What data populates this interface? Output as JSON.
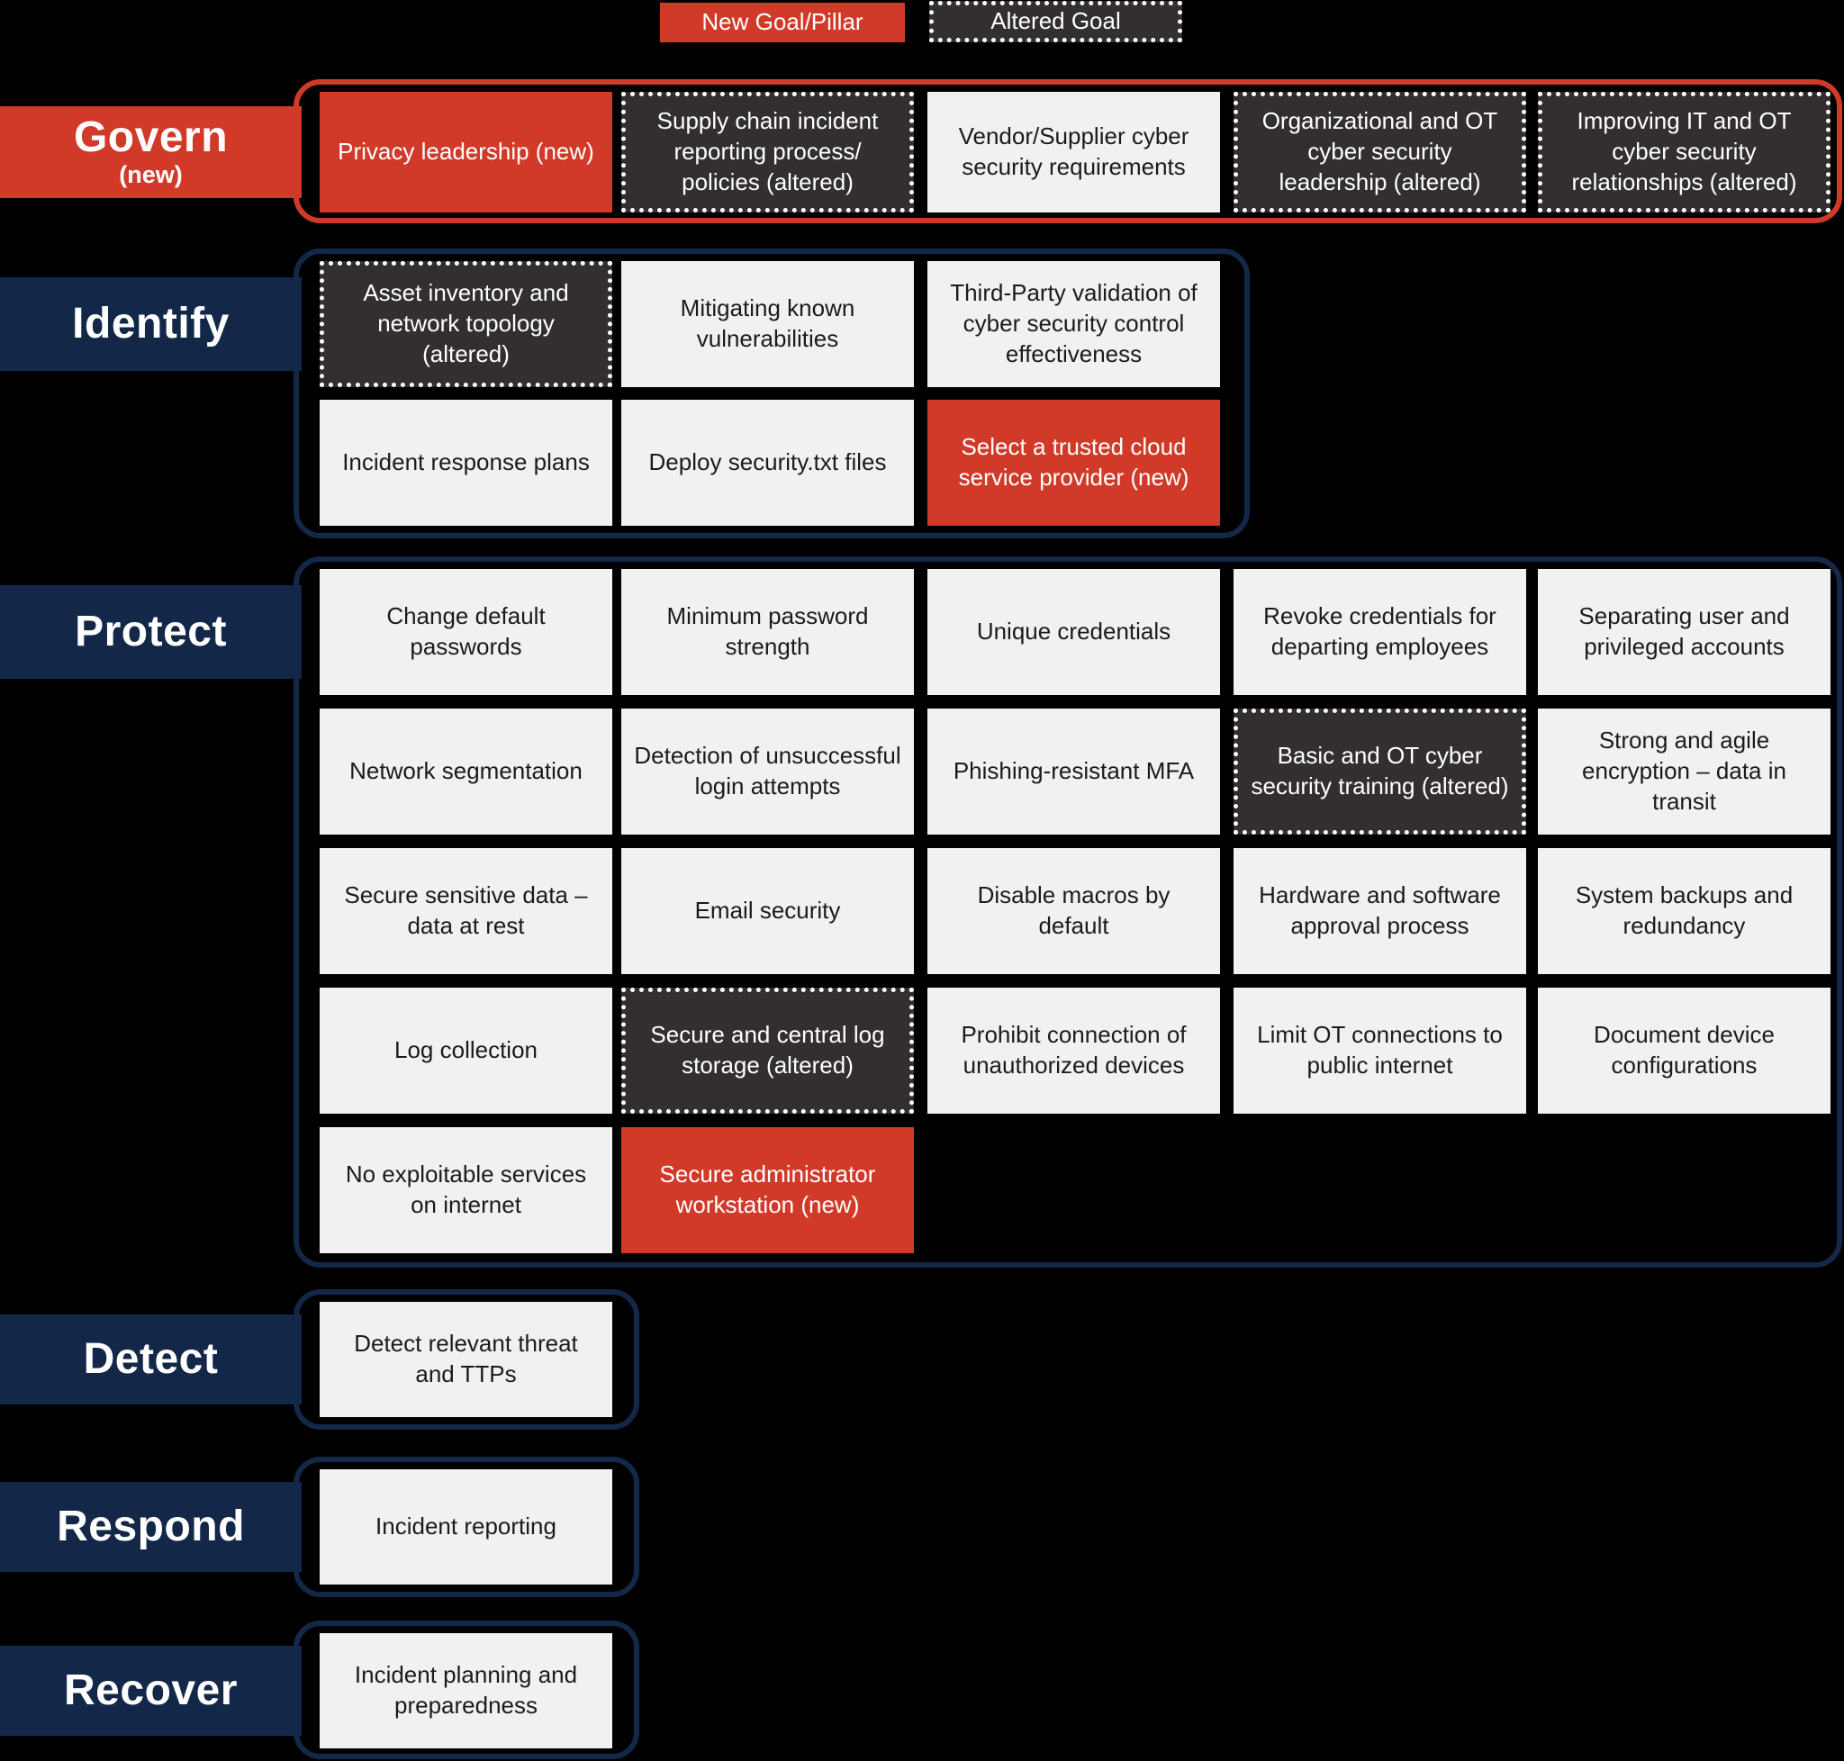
{
  "colors": {
    "new_red": "#d13a29",
    "navy": "#132849",
    "altered_dark": "#332f2f",
    "light_box": "#f1f1f0",
    "light_text": "#1b1b1b"
  },
  "legend": {
    "new_label": "New Goal/Pillar",
    "altered_label": "Altered Goal"
  },
  "sections": {
    "govern": {
      "label": "Govern",
      "sublabel": "(new)",
      "status": "new",
      "goals": [
        {
          "label": "Privacy leadership (new)",
          "status": "new"
        },
        {
          "label": "Supply chain incident reporting process/ policies (altered)",
          "status": "altered"
        },
        {
          "label": "Vendor/Supplier cyber security requirements",
          "status": "standard"
        },
        {
          "label": "Organizational and OT cyber security leadership (altered)",
          "status": "altered"
        },
        {
          "label": "Improving IT and OT cyber security relationships (altered)",
          "status": "altered"
        }
      ]
    },
    "identify": {
      "label": "Identify",
      "goals": [
        {
          "label": "Asset inventory and network topology (altered)",
          "status": "altered"
        },
        {
          "label": "Mitigating known vulnerabilities",
          "status": "standard"
        },
        {
          "label": "Third-Party validation of cyber security control effectiveness",
          "status": "standard"
        },
        {
          "label": "Incident response plans",
          "status": "standard"
        },
        {
          "label": "Deploy security.txt files",
          "status": "standard"
        },
        {
          "label": "Select a trusted cloud service provider (new)",
          "status": "new"
        }
      ]
    },
    "protect": {
      "label": "Protect",
      "goals": [
        {
          "label": "Change default passwords",
          "status": "standard"
        },
        {
          "label": "Minimum password strength",
          "status": "standard"
        },
        {
          "label": "Unique credentials",
          "status": "standard"
        },
        {
          "label": "Revoke credentials for departing employees",
          "status": "standard"
        },
        {
          "label": "Separating user and privileged accounts",
          "status": "standard"
        },
        {
          "label": "Network segmentation",
          "status": "standard"
        },
        {
          "label": "Detection of unsuccessful login attempts",
          "status": "standard"
        },
        {
          "label": "Phishing-resistant MFA",
          "status": "standard"
        },
        {
          "label": "Basic and OT cyber security training (altered)",
          "status": "altered"
        },
        {
          "label": "Strong and agile encryption – data in transit",
          "status": "standard"
        },
        {
          "label": "Secure sensitive data – data at rest",
          "status": "standard"
        },
        {
          "label": "Email security",
          "status": "standard"
        },
        {
          "label": "Disable macros by default",
          "status": "standard"
        },
        {
          "label": "Hardware and software approval process",
          "status": "standard"
        },
        {
          "label": "System backups and redundancy",
          "status": "standard"
        },
        {
          "label": "Log collection",
          "status": "standard"
        },
        {
          "label": "Secure and central log storage (altered)",
          "status": "altered"
        },
        {
          "label": "Prohibit connection of unauthorized devices",
          "status": "standard"
        },
        {
          "label": "Limit OT connections to public internet",
          "status": "standard"
        },
        {
          "label": "Document device configurations",
          "status": "standard"
        },
        {
          "label": "No exploitable services on internet",
          "status": "standard"
        },
        {
          "label": "Secure administrator workstation (new)",
          "status": "new"
        }
      ]
    },
    "detect": {
      "label": "Detect",
      "goals": [
        {
          "label": "Detect relevant threat and TTPs",
          "status": "standard"
        }
      ]
    },
    "respond": {
      "label": "Respond",
      "goals": [
        {
          "label": "Incident reporting",
          "status": "standard"
        }
      ]
    },
    "recover": {
      "label": "Recover",
      "goals": [
        {
          "label": "Incident planning and preparedness",
          "status": "standard"
        }
      ]
    }
  }
}
